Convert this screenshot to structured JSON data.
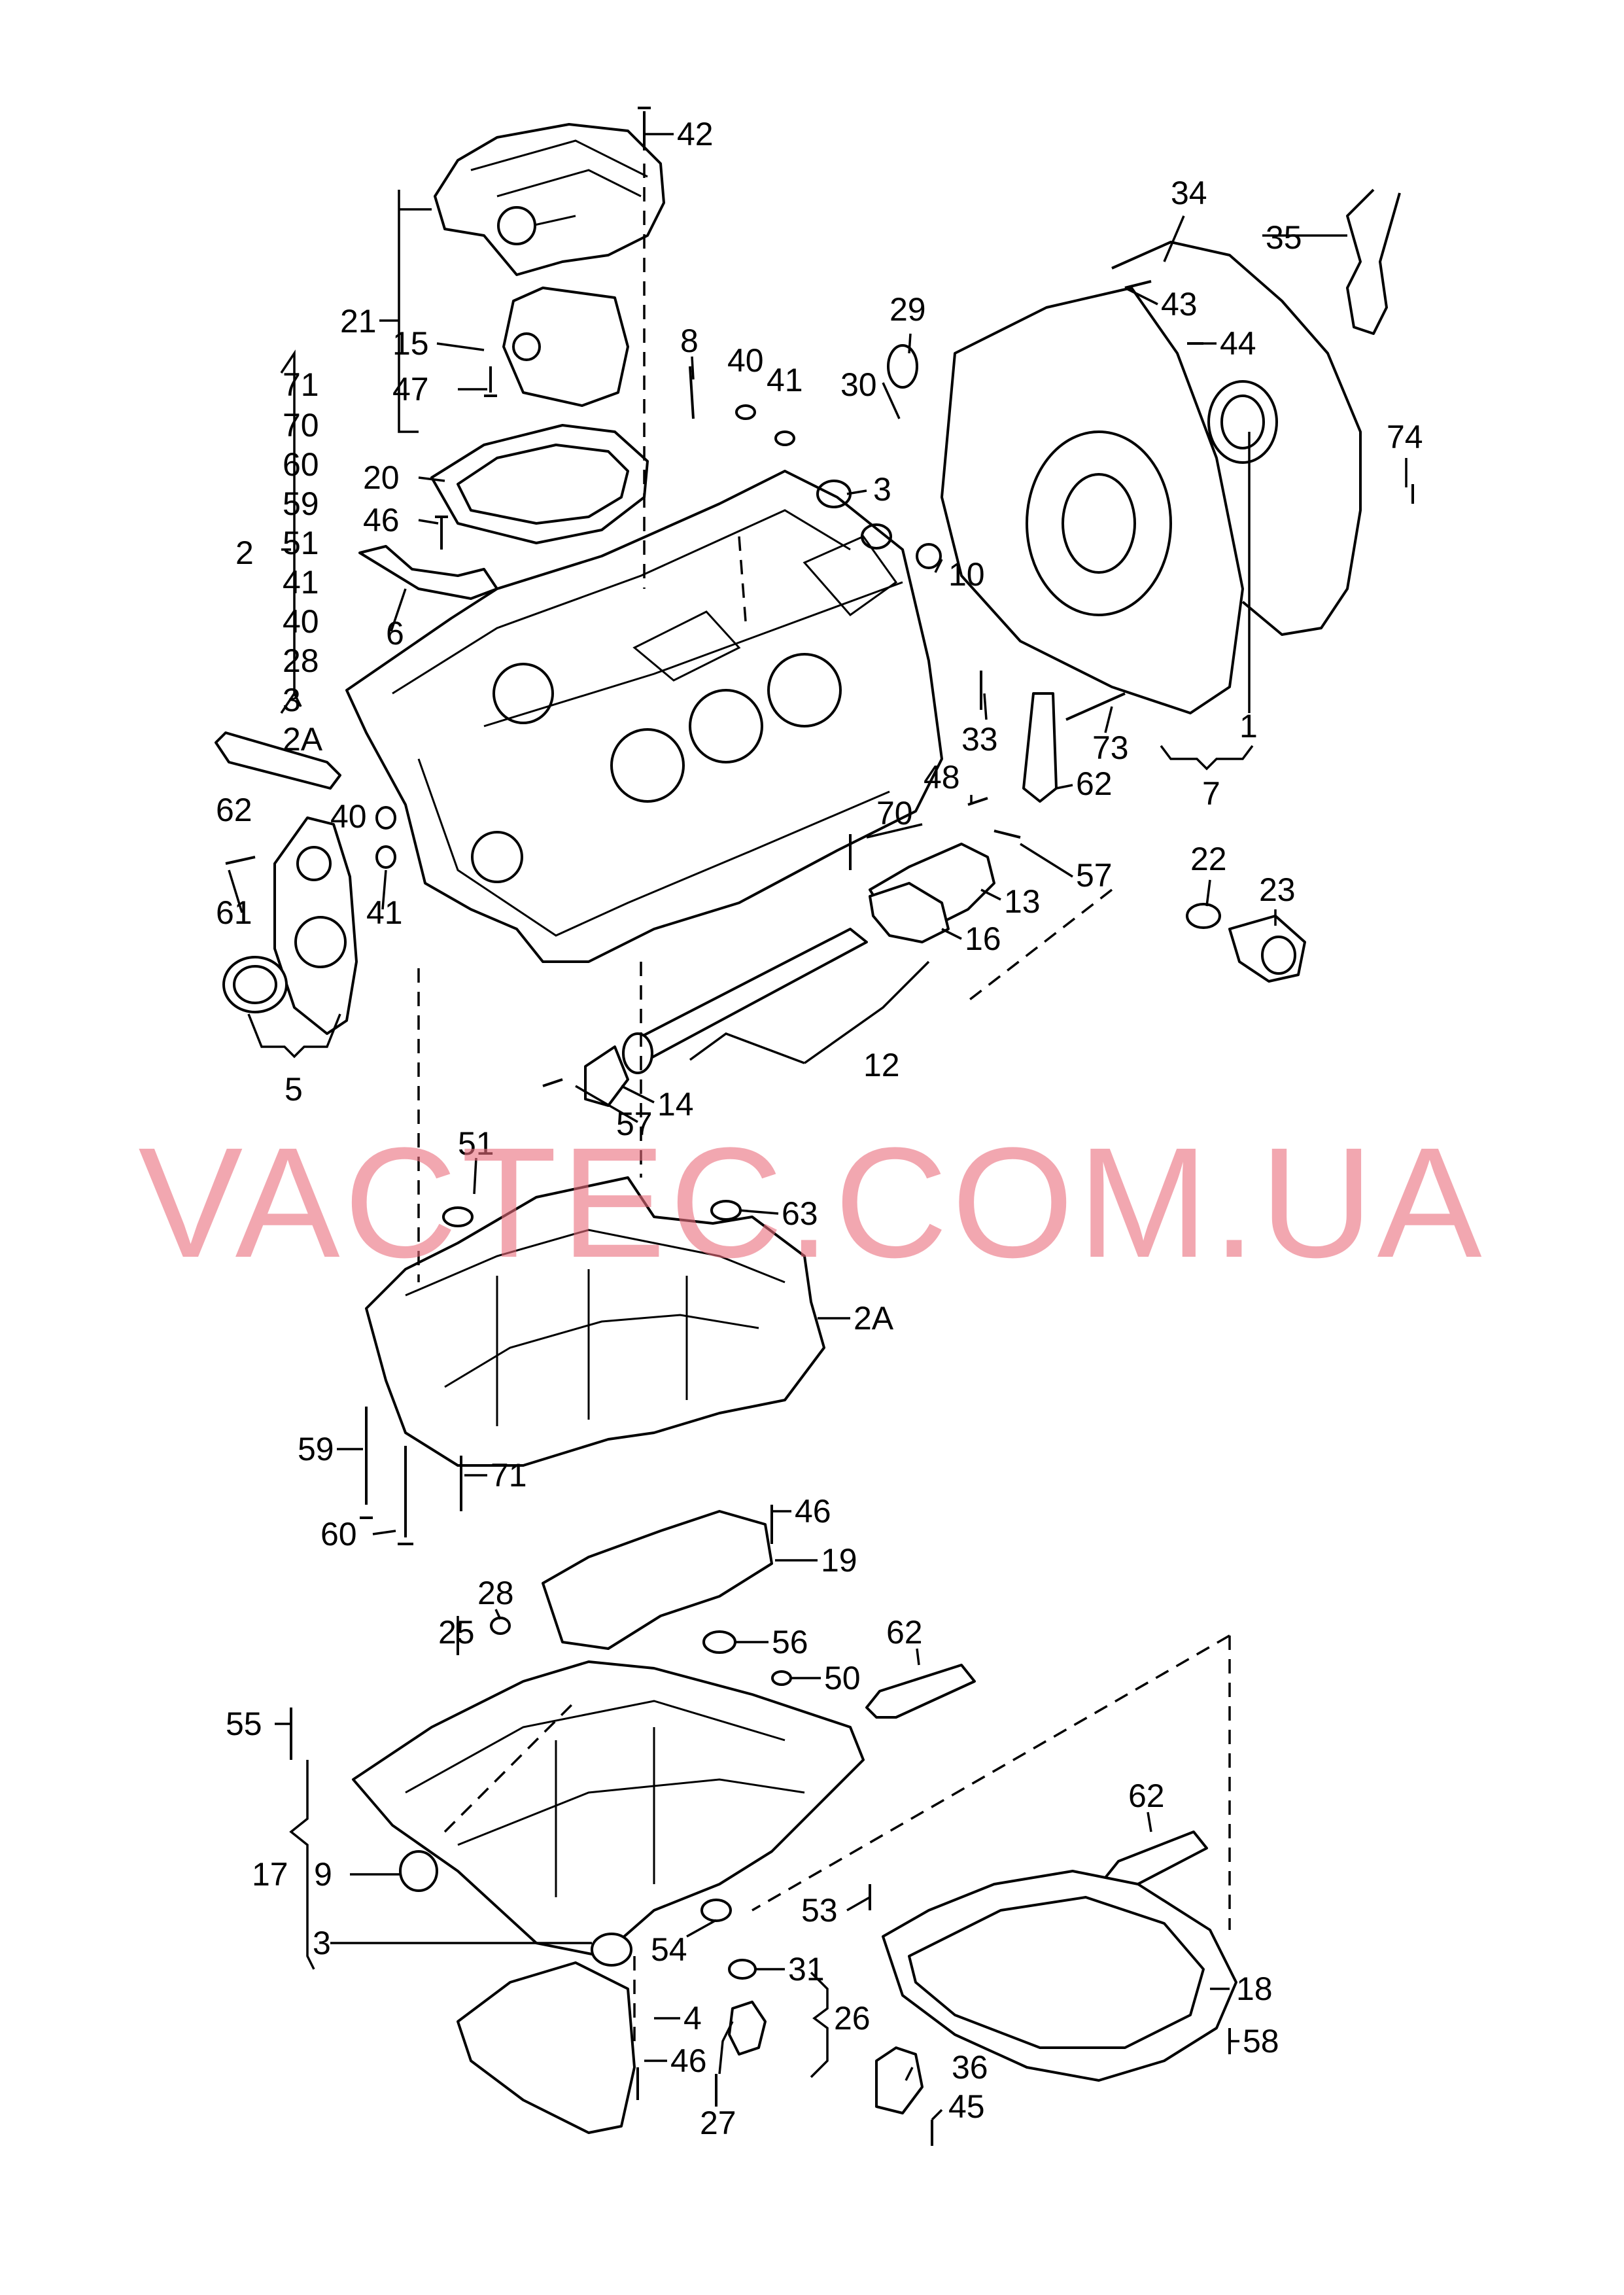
{
  "watermark": "VACTEC.COM.UA",
  "accent_color": "#eb6e7d",
  "callouts": [
    {
      "id": "c42",
      "text": "42"
    },
    {
      "id": "c34",
      "text": "34"
    },
    {
      "id": "c35",
      "text": "35"
    },
    {
      "id": "c43",
      "text": "43"
    },
    {
      "id": "c44",
      "text": "44"
    },
    {
      "id": "c29",
      "text": "29"
    },
    {
      "id": "c21",
      "text": "21"
    },
    {
      "id": "c15",
      "text": "15"
    },
    {
      "id": "c8",
      "text": "8"
    },
    {
      "id": "c40a",
      "text": "40"
    },
    {
      "id": "c41a",
      "text": "41"
    },
    {
      "id": "c30",
      "text": "30"
    },
    {
      "id": "c74",
      "text": "74"
    },
    {
      "id": "c47",
      "text": "47"
    },
    {
      "id": "c71a",
      "text": "71"
    },
    {
      "id": "c70a",
      "text": "70"
    },
    {
      "id": "c60a",
      "text": "60"
    },
    {
      "id": "c59a",
      "text": "59"
    },
    {
      "id": "c51a",
      "text": "51"
    },
    {
      "id": "c41b",
      "text": "41"
    },
    {
      "id": "c40b",
      "text": "40"
    },
    {
      "id": "c28a",
      "text": "28"
    },
    {
      "id": "c3a",
      "text": "3"
    },
    {
      "id": "c2A_top",
      "text": "2A"
    },
    {
      "id": "c2",
      "text": "2"
    },
    {
      "id": "c20",
      "text": "20"
    },
    {
      "id": "c46a",
      "text": "46"
    },
    {
      "id": "c6",
      "text": "6"
    },
    {
      "id": "c3b",
      "text": "3"
    },
    {
      "id": "c10",
      "text": "10"
    },
    {
      "id": "c1",
      "text": "1"
    },
    {
      "id": "c33",
      "text": "33"
    },
    {
      "id": "c73",
      "text": "73"
    },
    {
      "id": "c62a",
      "text": "62"
    },
    {
      "id": "c7",
      "text": "7"
    },
    {
      "id": "c62b",
      "text": "62"
    },
    {
      "id": "c48",
      "text": "48"
    },
    {
      "id": "c40c",
      "text": "40"
    },
    {
      "id": "c70b",
      "text": "70"
    },
    {
      "id": "c57a",
      "text": "57"
    },
    {
      "id": "c22",
      "text": "22"
    },
    {
      "id": "c23",
      "text": "23"
    },
    {
      "id": "c61",
      "text": "61"
    },
    {
      "id": "c41c",
      "text": "41"
    },
    {
      "id": "c13",
      "text": "13"
    },
    {
      "id": "c16",
      "text": "16"
    },
    {
      "id": "c12",
      "text": "12"
    },
    {
      "id": "c5",
      "text": "5"
    },
    {
      "id": "c14",
      "text": "14"
    },
    {
      "id": "c51b",
      "text": "51"
    },
    {
      "id": "c57b",
      "text": "57"
    },
    {
      "id": "c63",
      "text": "63"
    },
    {
      "id": "c2A_mid",
      "text": "2A"
    },
    {
      "id": "c59b",
      "text": "59"
    },
    {
      "id": "c71b",
      "text": "71"
    },
    {
      "id": "c60b",
      "text": "60"
    },
    {
      "id": "c46b",
      "text": "46"
    },
    {
      "id": "c19",
      "text": "19"
    },
    {
      "id": "c28b",
      "text": "28"
    },
    {
      "id": "c25",
      "text": "25"
    },
    {
      "id": "c62c",
      "text": "62"
    },
    {
      "id": "c56",
      "text": "56"
    },
    {
      "id": "c50",
      "text": "50"
    },
    {
      "id": "c55",
      "text": "55"
    },
    {
      "id": "c62d",
      "text": "62"
    },
    {
      "id": "c17",
      "text": "17"
    },
    {
      "id": "c9",
      "text": "9"
    },
    {
      "id": "c53",
      "text": "53"
    },
    {
      "id": "c18",
      "text": "18"
    },
    {
      "id": "c3c",
      "text": "3"
    },
    {
      "id": "c54",
      "text": "54"
    },
    {
      "id": "c31",
      "text": "31"
    },
    {
      "id": "c26",
      "text": "26"
    },
    {
      "id": "c4",
      "text": "4"
    },
    {
      "id": "c58",
      "text": "58"
    },
    {
      "id": "c36",
      "text": "36"
    },
    {
      "id": "c46c",
      "text": "46"
    },
    {
      "id": "c27",
      "text": "27"
    },
    {
      "id": "c45",
      "text": "45"
    }
  ]
}
